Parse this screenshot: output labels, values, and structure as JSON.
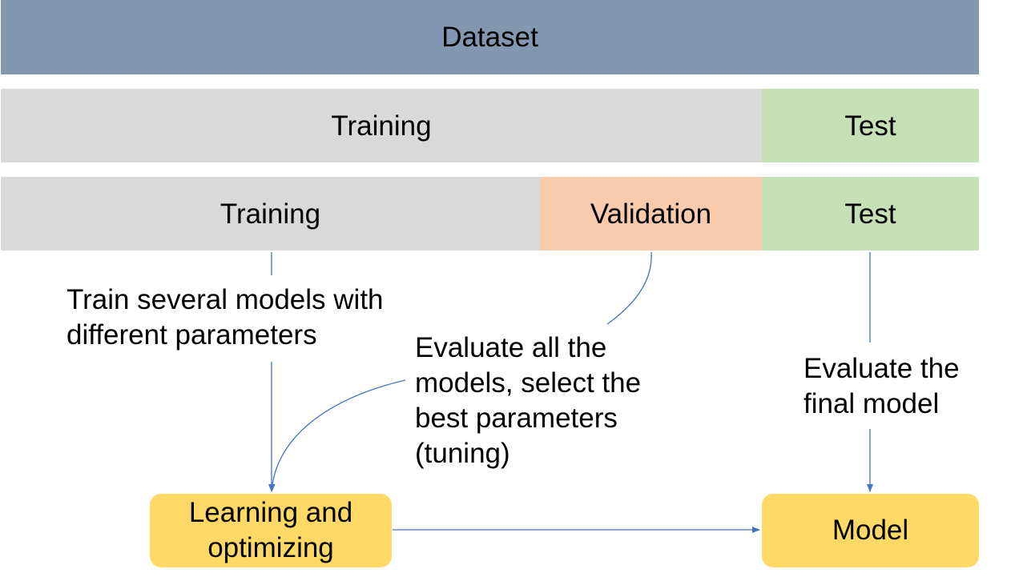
{
  "rows": {
    "dataset": "Dataset",
    "split1": {
      "training": "Training",
      "test": "Test"
    },
    "split2": {
      "training": "Training",
      "validation": "Validation",
      "test": "Test"
    }
  },
  "nodes": {
    "learning": "Learning and\noptimizing",
    "model": "Model"
  },
  "notes": {
    "train": "Train several models with\ndifferent parameters",
    "validate": "Evaluate all the\nmodels, select the\nbest parameters\n(tuning)",
    "test": "Evaluate the\nfinal model"
  },
  "colors": {
    "dataset": "#8497b0",
    "training": "#d9d9d9",
    "validation": "#f8cbad",
    "test": "#c5e0b4",
    "node": "#ffd966",
    "arrow": "#4472c4"
  }
}
